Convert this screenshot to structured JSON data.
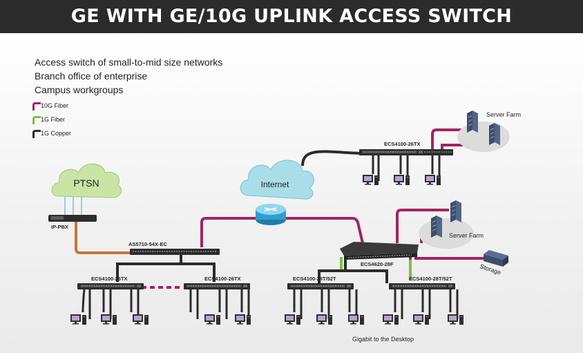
{
  "title": "GE WITH GE/10G UPLINK ACCESS SWITCH APPLICATION",
  "applications": [
    "Access switch of  small-to-mid size networks",
    "Branch office of enterprise",
    "Campus workgroups"
  ],
  "legend": [
    {
      "label": "10G Fiber",
      "color": "#a3245f"
    },
    {
      "label": "1G Fiber",
      "color": "#7ac143"
    },
    {
      "label": "1G Copper",
      "color": "#2b2b2b"
    }
  ],
  "clouds": {
    "ptsn": "PTSN",
    "internet": "Internet"
  },
  "devices": {
    "ip_pbx": "IP-PBX",
    "core": "AS5710-54X-EC",
    "access_left_1": "ECS4100-26TX",
    "access_left_2": "ECS4100-26TX",
    "access_top": "ECS4100-26TX",
    "aggregation": "ECS4620-28F",
    "access_right_1": "ECS4100-28T/52T",
    "access_right_2": "ECS4100-28T/52T"
  },
  "server_farm_top": "Server Farm",
  "server_farm_mid": "Server Farm",
  "storage": "Storage",
  "footer_note": "Gigabit to the Desktop"
}
